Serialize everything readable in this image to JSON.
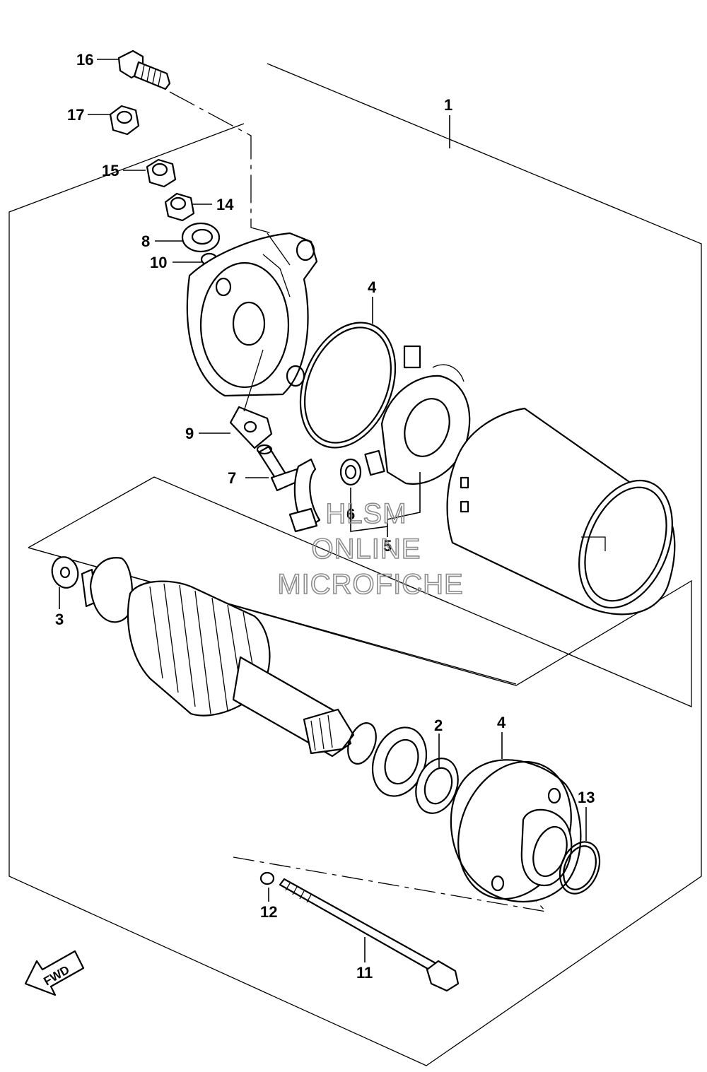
{
  "diagram": {
    "callouts": [
      {
        "id": "c1",
        "text": "1"
      },
      {
        "id": "c2",
        "text": "2"
      },
      {
        "id": "c3",
        "text": "3"
      },
      {
        "id": "c4a",
        "text": "4"
      },
      {
        "id": "c4b",
        "text": "4"
      },
      {
        "id": "c5",
        "text": "5"
      },
      {
        "id": "c6",
        "text": "6"
      },
      {
        "id": "c7",
        "text": "7"
      },
      {
        "id": "c8",
        "text": "8"
      },
      {
        "id": "c9",
        "text": "9"
      },
      {
        "id": "c10",
        "text": "10"
      },
      {
        "id": "c11",
        "text": "11"
      },
      {
        "id": "c12",
        "text": "12"
      },
      {
        "id": "c13",
        "text": "13"
      },
      {
        "id": "c14",
        "text": "14"
      },
      {
        "id": "c15",
        "text": "15"
      },
      {
        "id": "c16",
        "text": "16"
      },
      {
        "id": "c17",
        "text": "17"
      }
    ],
    "fwd_label": "FWD",
    "watermark": [
      "HLSM",
      "ONLINE",
      "MICROFICHE"
    ]
  }
}
